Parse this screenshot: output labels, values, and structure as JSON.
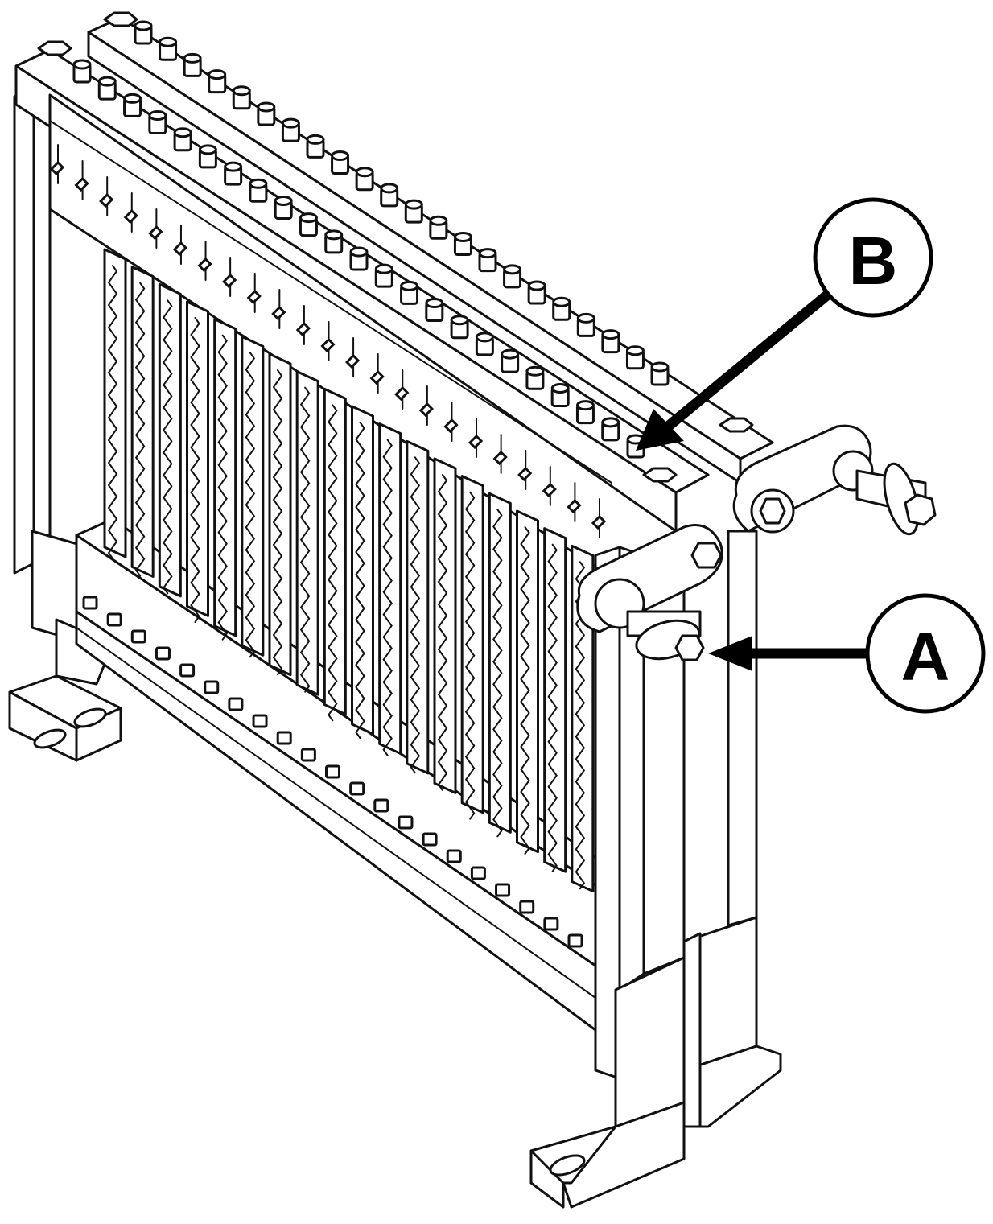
{
  "callouts": [
    {
      "id": "A",
      "label": "A"
    },
    {
      "id": "B",
      "label": "B"
    }
  ],
  "colors": {
    "line": "#111111",
    "background": "#ffffff",
    "callout": "#000000"
  }
}
